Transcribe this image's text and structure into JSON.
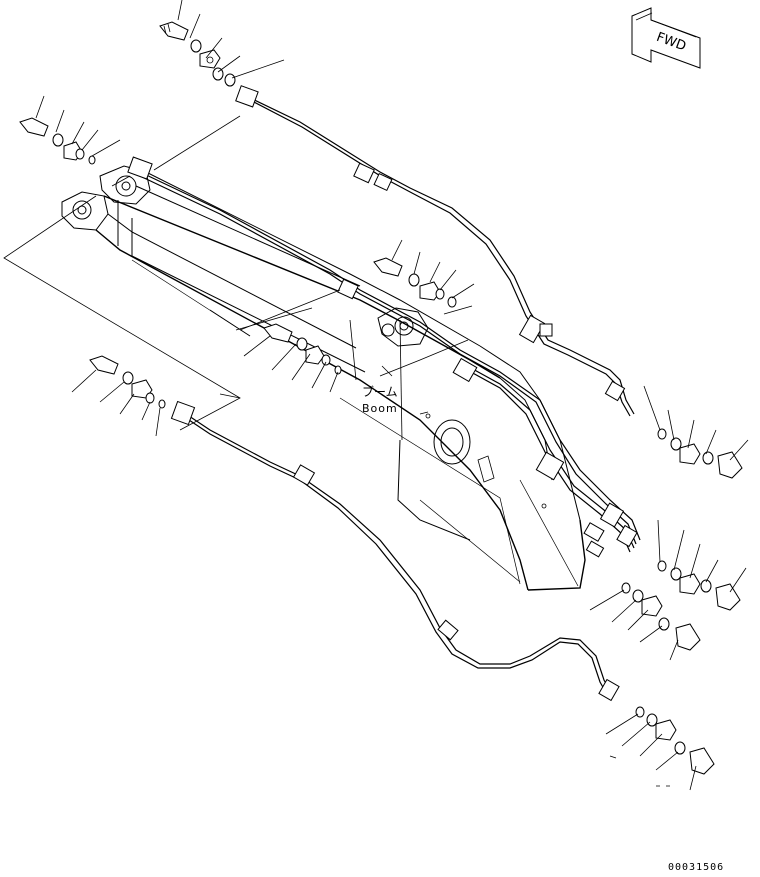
{
  "direction_indicator": {
    "label": "FWD"
  },
  "boom_label": {
    "japanese": "ブーム",
    "english": "Boom"
  },
  "drawing_number": "00031506"
}
